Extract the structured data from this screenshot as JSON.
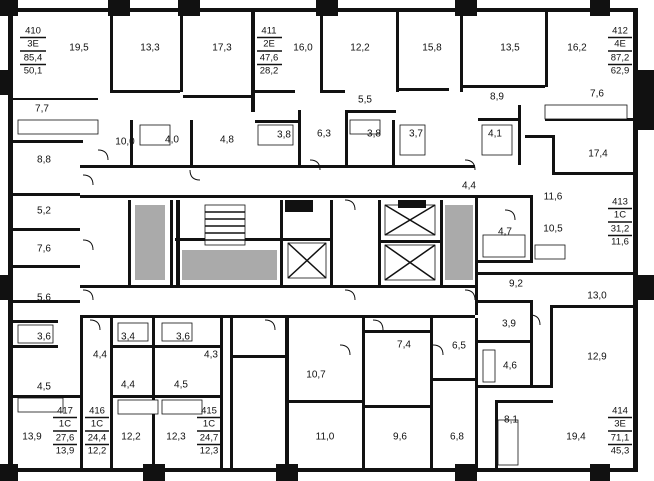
{
  "apartments": [
    {
      "number": "410",
      "type": "3E",
      "total_area": "85,4",
      "living_area": "50,1"
    },
    {
      "number": "411",
      "type": "2E",
      "total_area": "47,6",
      "living_area": "28,2"
    },
    {
      "number": "412",
      "type": "4E",
      "total_area": "87,2",
      "living_area": "62,9"
    },
    {
      "number": "413",
      "type": "1C",
      "total_area": "31,2",
      "living_area": "11,6"
    },
    {
      "number": "414",
      "type": "3E",
      "total_area": "71,1",
      "living_area": "45,3"
    },
    {
      "number": "415",
      "type": "1C",
      "total_area": "24,7",
      "living_area": "12,3"
    },
    {
      "number": "416",
      "type": "1C",
      "total_area": "24,4",
      "living_area": "12,2"
    },
    {
      "number": "417",
      "type": "1C",
      "total_area": "27,6",
      "living_area": "13,9"
    }
  ],
  "room_areas": [
    "19,5",
    "13,3",
    "17,3",
    "16,0",
    "12,2",
    "15,8",
    "13,5",
    "16,2",
    "7,7",
    "10,0",
    "4,0",
    "4,8",
    "3,8",
    "6,3",
    "5,5",
    "3,8",
    "3,7",
    "8,9",
    "7,6",
    "4,1",
    "8,8",
    "17,4",
    "4,4",
    "11,6",
    "5,2",
    "4,7",
    "10,5",
    "7,6",
    "9,2",
    "13,0",
    "5,6",
    "3,6",
    "3,4",
    "3,6",
    "4,4",
    "4,3",
    "7,4",
    "6,5",
    "3,9",
    "10,7",
    "4,6",
    "12,9",
    "4,5",
    "4,4",
    "4,5",
    "8,1",
    "13,9",
    "12,2",
    "12,3",
    "11,0",
    "9,6",
    "6,8",
    "19,4"
  ]
}
